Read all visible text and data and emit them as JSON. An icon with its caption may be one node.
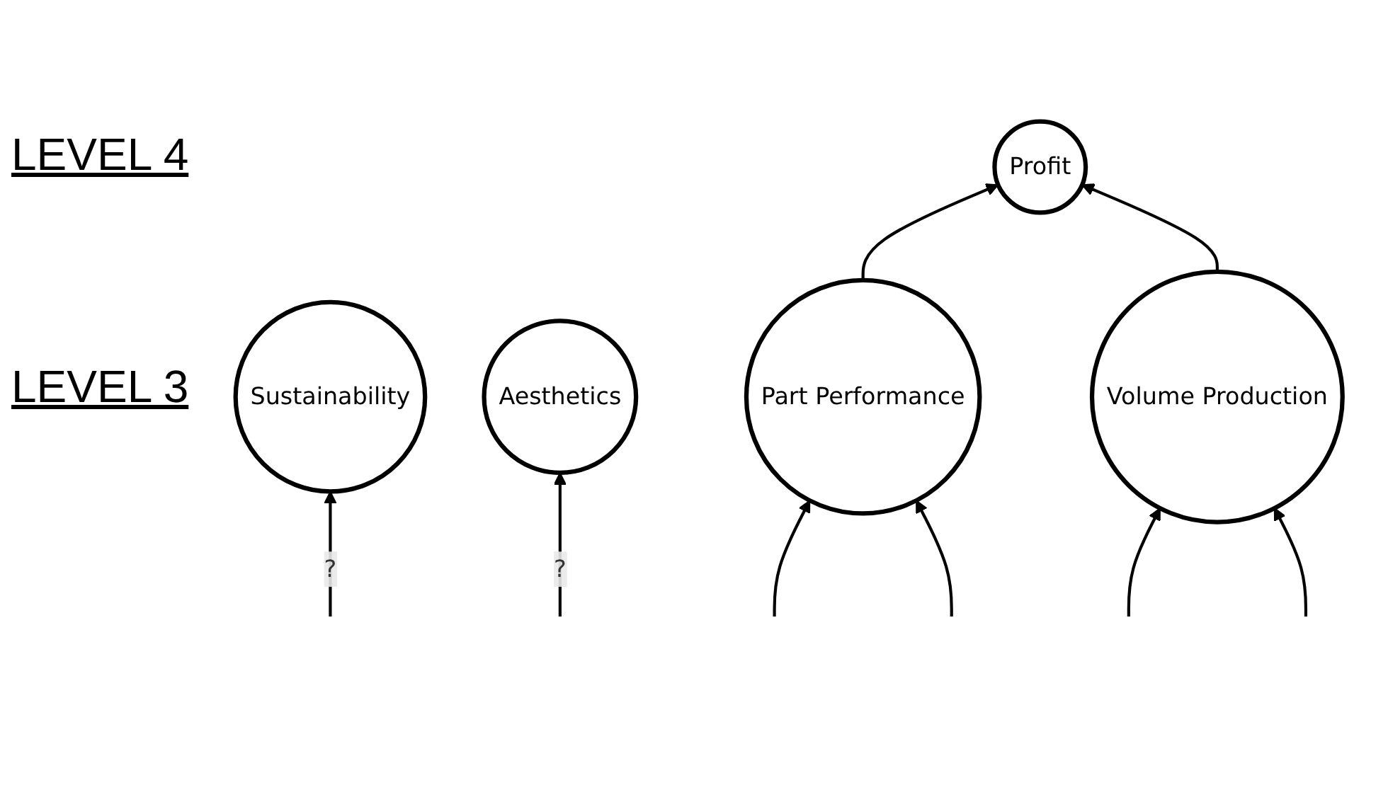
{
  "diagram": {
    "nodes": [
      {
        "text": [
          "Sustainability"
        ]
      },
      {
        "text": [
          "Profit"
        ]
      },
      {
        "text": [
          "Aesthetics"
        ]
      },
      {
        "text": [
          "Part Performance"
        ]
      },
      {
        "text": [
          "Volume Production"
        ]
      }
    ],
    "edges": [
      {
        "from": null,
        "to": 0,
        "arrow": "to",
        "label": "?"
      },
      {
        "from": 3,
        "to": 1,
        "arrow": "to"
      },
      {
        "from": 4,
        "to": 1,
        "arrow": "to"
      },
      {
        "from": null,
        "to": 2,
        "arrow": "to",
        "label": "?"
      },
      {
        "from": null,
        "to": 3,
        "arrow": "to"
      },
      {
        "from": null,
        "to": 3,
        "arrow": "to"
      },
      {
        "from": null,
        "to": 4,
        "arrow": "to"
      },
      {
        "from": null,
        "to": 4,
        "arrow": "to"
      }
    ],
    "labels": [
      "LEVEL 4",
      "LEVEL 3"
    ]
  }
}
